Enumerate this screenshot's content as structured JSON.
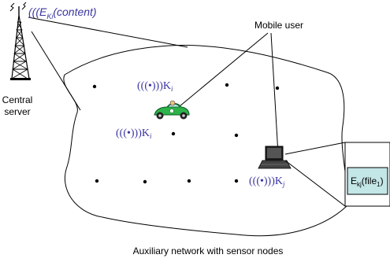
{
  "tower": {
    "label_line1": "Central",
    "label_line2": "server",
    "broadcast_prefix": "(((E",
    "broadcast_sub": "Ki",
    "broadcast_suffix": "(content)"
  },
  "mobile_user_label": "Mobile user",
  "network_caption": "Auxiliary network with sensor nodes",
  "key_broadcasts": [
    {
      "waves": "(((•)))K",
      "sub": "i"
    },
    {
      "waves": "(((•)))K",
      "sub": "i"
    },
    {
      "waves": "(((•)))K",
      "sub": "j"
    }
  ],
  "file_box": {
    "prefix": "E",
    "key_sub": "kj",
    "middle": "(file",
    "file_sub": "1",
    "suffix": ")",
    "fill": "#c3e6e6"
  },
  "colors": {
    "accent": "#3a35a0",
    "car": "#2db34a",
    "region_outline": "#000000"
  },
  "icons": [
    "radio-tower-icon",
    "car-icon",
    "laptop-icon",
    "sensor-node-icon"
  ]
}
